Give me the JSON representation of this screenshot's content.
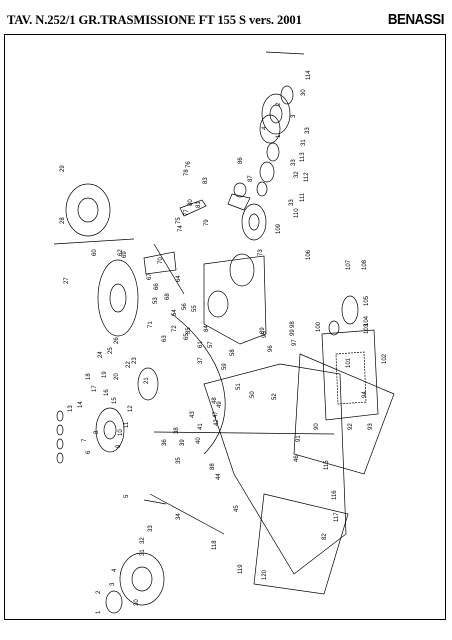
{
  "header": {
    "title": "TAV. N.252/1 GR.TRASMISSIONE FT 155 S vers. 2001",
    "brand": "BENASSI"
  },
  "diagram": {
    "type": "exploded-parts-view",
    "orientation": "rotated 90° counter-clockwise",
    "labels": [
      {
        "key": "114",
        "text": "114"
      },
      {
        "key": "2a",
        "text": "2"
      },
      {
        "key": "30a",
        "text": "30"
      },
      {
        "key": "3a",
        "text": "3"
      },
      {
        "key": "4a",
        "text": "4"
      },
      {
        "key": "1a",
        "text": "1"
      },
      {
        "key": "33a",
        "text": "33"
      },
      {
        "key": "31a",
        "text": "31"
      },
      {
        "key": "113",
        "text": "113"
      },
      {
        "key": "33b",
        "text": "33"
      },
      {
        "key": "32a",
        "text": "32"
      },
      {
        "key": "112",
        "text": "112"
      },
      {
        "key": "111",
        "text": "111"
      },
      {
        "key": "33c",
        "text": "33"
      },
      {
        "key": "110",
        "text": "110"
      },
      {
        "key": "109",
        "text": "109"
      },
      {
        "key": "86",
        "text": "86"
      },
      {
        "key": "87",
        "text": "87"
      },
      {
        "key": "83",
        "text": "83"
      },
      {
        "key": "78",
        "text": "78"
      },
      {
        "key": "80",
        "text": "80"
      },
      {
        "key": "81",
        "text": "81"
      },
      {
        "key": "79",
        "text": "79"
      },
      {
        "key": "77",
        "text": "77"
      },
      {
        "key": "76",
        "text": "76"
      },
      {
        "key": "75",
        "text": "75"
      },
      {
        "key": "74",
        "text": "74"
      },
      {
        "key": "73",
        "text": "73"
      },
      {
        "key": "107",
        "text": "107"
      },
      {
        "key": "108",
        "text": "108"
      },
      {
        "key": "106",
        "text": "106"
      },
      {
        "key": "105",
        "text": "105"
      },
      {
        "key": "104",
        "text": "104"
      },
      {
        "key": "103",
        "text": "103"
      },
      {
        "key": "102",
        "text": "102"
      },
      {
        "key": "101",
        "text": "101"
      },
      {
        "key": "100",
        "text": "100"
      },
      {
        "key": "99",
        "text": "99"
      },
      {
        "key": "98",
        "text": "98"
      },
      {
        "key": "97",
        "text": "97"
      },
      {
        "key": "96",
        "text": "96"
      },
      {
        "key": "95",
        "text": "95"
      },
      {
        "key": "94",
        "text": "94"
      },
      {
        "key": "93",
        "text": "93"
      },
      {
        "key": "92",
        "text": "92"
      },
      {
        "key": "91",
        "text": "91"
      },
      {
        "key": "90",
        "text": "90"
      },
      {
        "key": "89",
        "text": "89"
      },
      {
        "key": "88",
        "text": "88"
      },
      {
        "key": "115",
        "text": "115"
      },
      {
        "key": "116",
        "text": "116"
      },
      {
        "key": "117",
        "text": "117"
      },
      {
        "key": "118",
        "text": "118"
      },
      {
        "key": "119",
        "text": "119"
      },
      {
        "key": "120",
        "text": "120"
      },
      {
        "key": "82",
        "text": "82"
      },
      {
        "key": "85",
        "text": "85"
      },
      {
        "key": "84",
        "text": "84"
      },
      {
        "key": "72",
        "text": "72"
      },
      {
        "key": "71",
        "text": "71"
      },
      {
        "key": "70",
        "text": "70"
      },
      {
        "key": "69",
        "text": "69"
      },
      {
        "key": "68",
        "text": "68"
      },
      {
        "key": "67",
        "text": "67"
      },
      {
        "key": "66",
        "text": "66"
      },
      {
        "key": "65",
        "text": "65"
      },
      {
        "key": "64",
        "text": "64"
      },
      {
        "key": "63",
        "text": "63"
      },
      {
        "key": "62",
        "text": "62"
      },
      {
        "key": "61",
        "text": "61"
      },
      {
        "key": "60",
        "text": "60"
      },
      {
        "key": "59",
        "text": "59"
      },
      {
        "key": "58",
        "text": "58"
      },
      {
        "key": "57",
        "text": "57"
      },
      {
        "key": "56",
        "text": "56"
      },
      {
        "key": "55",
        "text": "55"
      },
      {
        "key": "54",
        "text": "54"
      },
      {
        "key": "53",
        "text": "53"
      },
      {
        "key": "52",
        "text": "52"
      },
      {
        "key": "51",
        "text": "51"
      },
      {
        "key": "50",
        "text": "50"
      },
      {
        "key": "49",
        "text": "49"
      },
      {
        "key": "48",
        "text": "48"
      },
      {
        "key": "47",
        "text": "47"
      },
      {
        "key": "46",
        "text": "46"
      },
      {
        "key": "45",
        "text": "45"
      },
      {
        "key": "44",
        "text": "44"
      },
      {
        "key": "43",
        "text": "43"
      },
      {
        "key": "42",
        "text": "42"
      },
      {
        "key": "41",
        "text": "41"
      },
      {
        "key": "40",
        "text": "40"
      },
      {
        "key": "39",
        "text": "39"
      },
      {
        "key": "38",
        "text": "38"
      },
      {
        "key": "37",
        "text": "37"
      },
      {
        "key": "36",
        "text": "36"
      },
      {
        "key": "35",
        "text": "35"
      },
      {
        "key": "34",
        "text": "34"
      },
      {
        "key": "29",
        "text": "29"
      },
      {
        "key": "28",
        "text": "28"
      },
      {
        "key": "27",
        "text": "27"
      },
      {
        "key": "26",
        "text": "26"
      },
      {
        "key": "25",
        "text": "25"
      },
      {
        "key": "24",
        "text": "24"
      },
      {
        "key": "23",
        "text": "23"
      },
      {
        "key": "22",
        "text": "22"
      },
      {
        "key": "21",
        "text": "21"
      },
      {
        "key": "20",
        "text": "20"
      },
      {
        "key": "19",
        "text": "19"
      },
      {
        "key": "18",
        "text": "18"
      },
      {
        "key": "17",
        "text": "17"
      },
      {
        "key": "16",
        "text": "16"
      },
      {
        "key": "15",
        "text": "15"
      },
      {
        "key": "14",
        "text": "14"
      },
      {
        "key": "13",
        "text": "13"
      },
      {
        "key": "12",
        "text": "12"
      },
      {
        "key": "11",
        "text": "11"
      },
      {
        "key": "10",
        "text": "10"
      },
      {
        "key": "9",
        "text": "9"
      },
      {
        "key": "8",
        "text": "8"
      },
      {
        "key": "7",
        "text": "7"
      },
      {
        "key": "6",
        "text": "6"
      },
      {
        "key": "5",
        "text": "5"
      },
      {
        "key": "4b",
        "text": "4"
      },
      {
        "key": "3b",
        "text": "3"
      },
      {
        "key": "2b",
        "text": "2"
      },
      {
        "key": "1b",
        "text": "1"
      },
      {
        "key": "31b",
        "text": "31"
      },
      {
        "key": "32b",
        "text": "32"
      },
      {
        "key": "33d",
        "text": "33"
      },
      {
        "key": "30b",
        "text": "30"
      }
    ]
  }
}
